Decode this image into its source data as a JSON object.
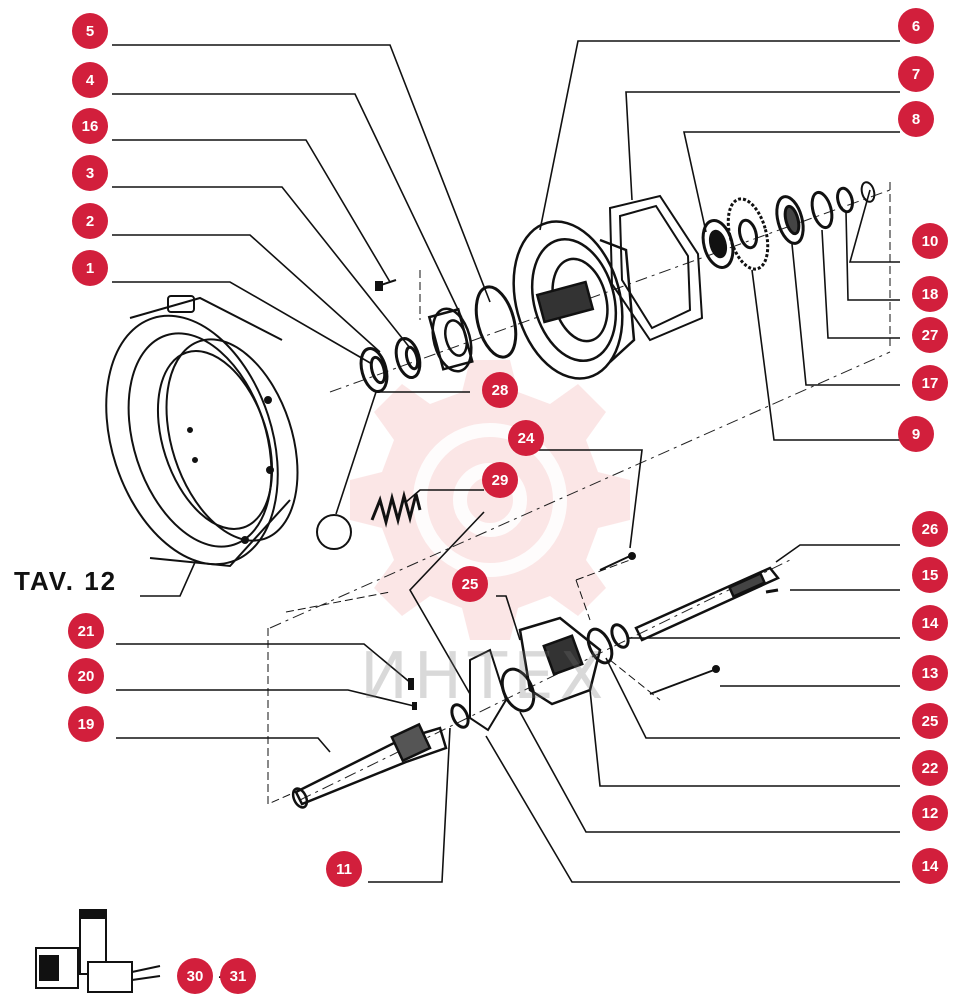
{
  "diagram": {
    "table_label": "TAV. 12",
    "kit_range_separator": "-",
    "watermark_text": "ИНТЕХ",
    "accent_color": "#d21f3c",
    "watermark_color": "#f4b8b8",
    "callouts": {
      "c5": "5",
      "c4": "4",
      "c16": "16",
      "c3": "3",
      "c2": "2",
      "c1": "1",
      "c6": "6",
      "c7": "7",
      "c8": "8",
      "c10": "10",
      "c18": "18",
      "c27": "27",
      "c17": "17",
      "c9": "9",
      "c28": "28",
      "c24": "24",
      "c29": "29",
      "c26": "26",
      "c15": "15",
      "c25a": "25",
      "c21": "21",
      "c14a": "14",
      "c13": "13",
      "c20": "20",
      "c25b": "25",
      "c19": "19",
      "c22": "22",
      "c12": "12",
      "c11": "11",
      "c14b": "14",
      "c30": "30",
      "c31": "31"
    }
  }
}
